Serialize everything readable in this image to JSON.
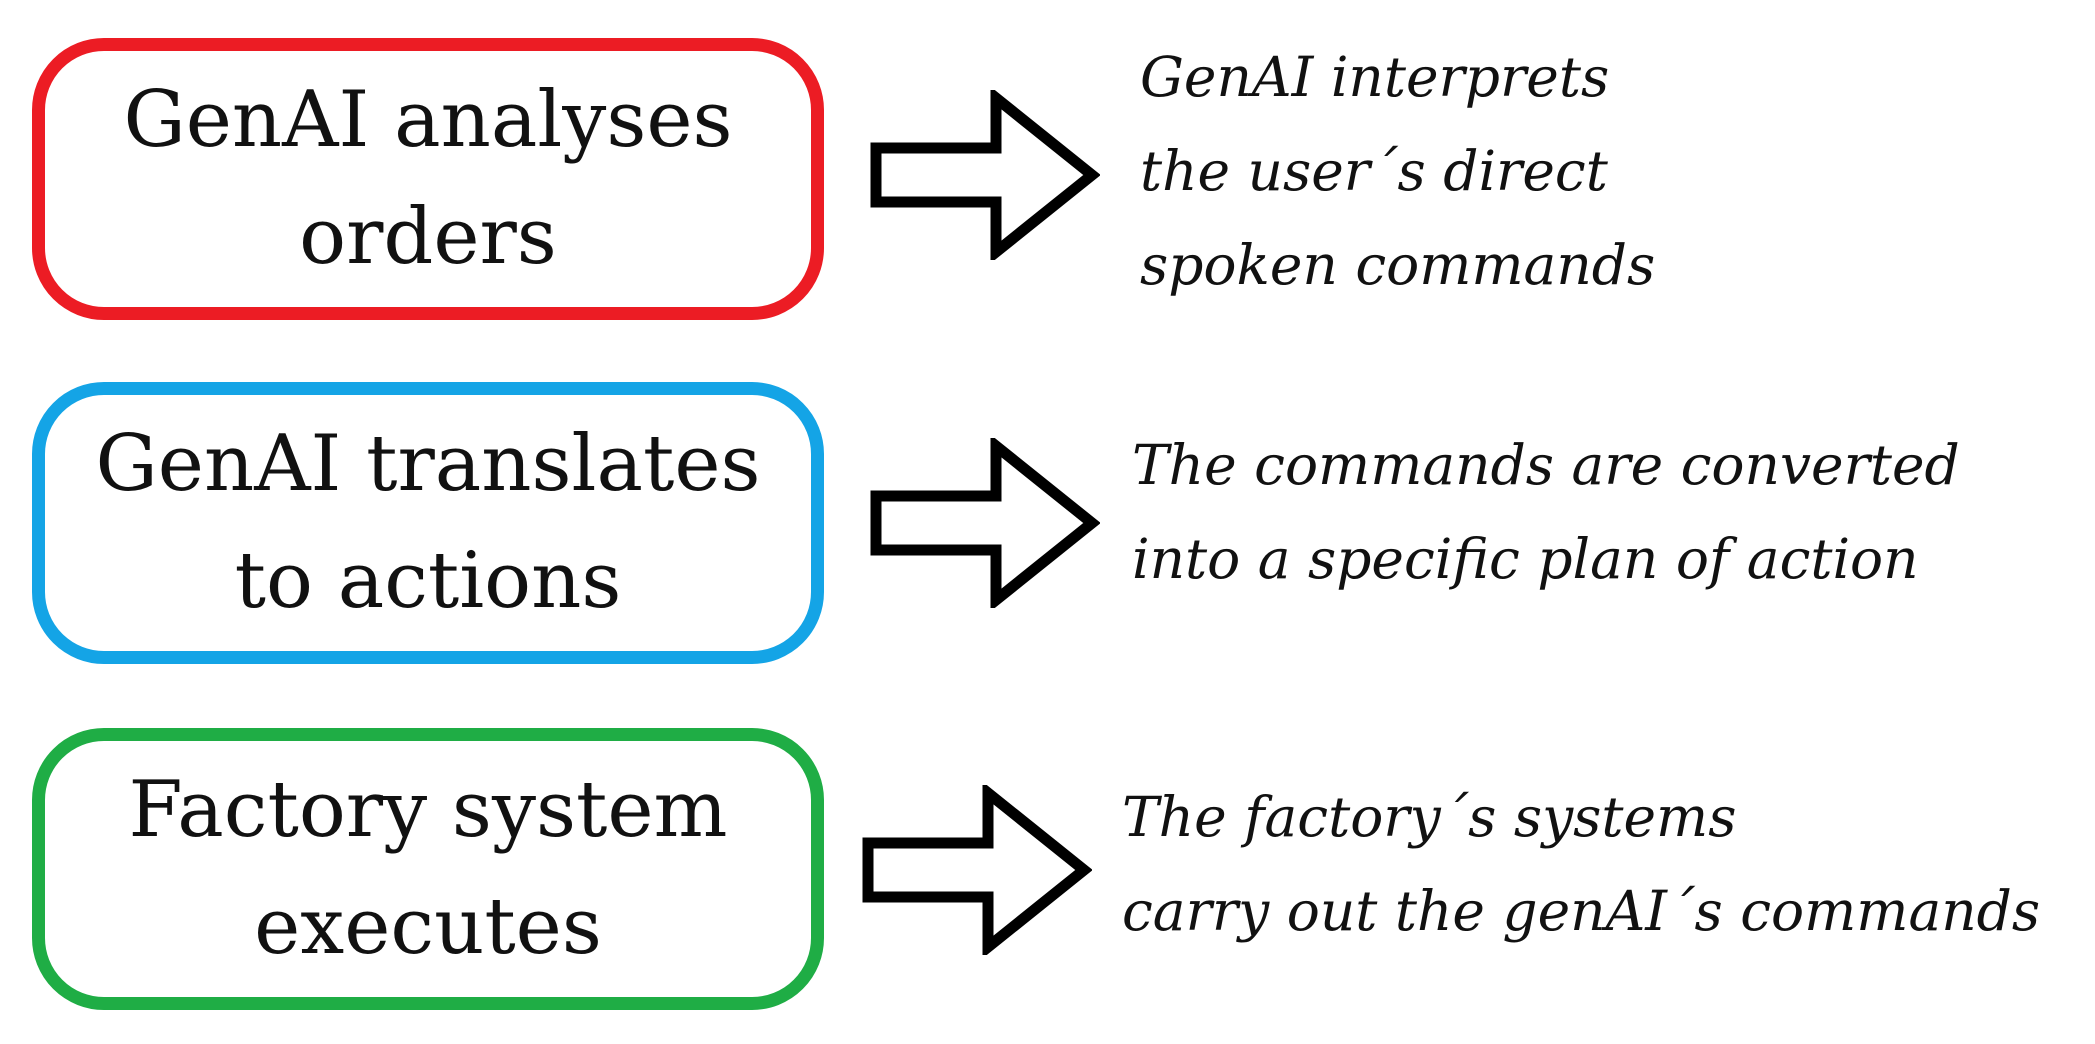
{
  "colors": {
    "step1_border": "#ec1c24",
    "step2_border": "#14a4e6",
    "step3_border": "#1fad45",
    "arrow_stroke": "#000000",
    "text": "#111111"
  },
  "steps": [
    {
      "box_lines": [
        "GenAI analyses",
        "orders"
      ],
      "description_lines": [
        "GenAI interprets",
        "the user´s direct",
        "spoken commands"
      ]
    },
    {
      "box_lines": [
        "GenAI translates",
        "to actions"
      ],
      "description_lines": [
        "The commands are converted",
        "into a specific plan of action"
      ]
    },
    {
      "box_lines": [
        "Factory system",
        "executes"
      ],
      "description_lines": [
        "The factory´s systems",
        "carry out the genAI´s commands"
      ]
    }
  ]
}
